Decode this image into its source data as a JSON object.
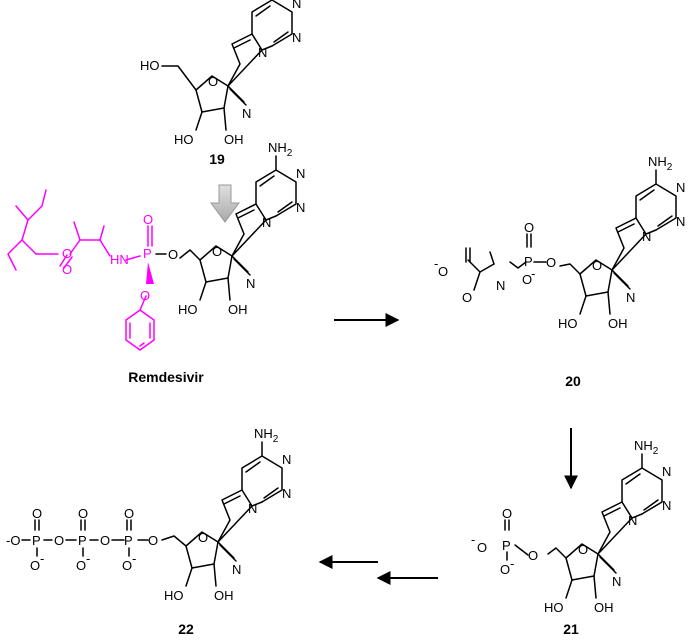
{
  "compounds": {
    "c19": "19",
    "remdesivir": "Remdesivir",
    "c20": "20",
    "c21": "21",
    "c22": "22"
  },
  "atoms": {
    "nh2_n": "NH",
    "nh2_sub": "2",
    "ho": "HO",
    "oh": "OH",
    "o": "O",
    "n": "N",
    "p": "P",
    "hn": "HN",
    "o_minus_sup": "-",
    "o_label": "O"
  },
  "colors": {
    "prodrug_moiety": "#ff00ff",
    "arrow": "#000000",
    "hollow_arrow": "#c0c0c0"
  }
}
